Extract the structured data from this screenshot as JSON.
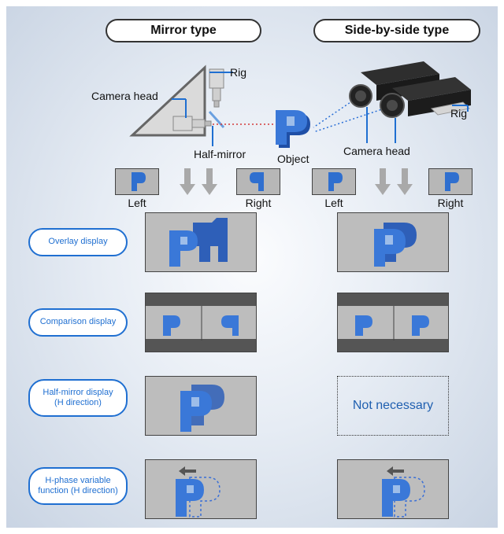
{
  "headers": {
    "mirror": "Mirror type",
    "side": "Side-by-side type"
  },
  "labels": {
    "rig_left": "Rig",
    "camera_head_left": "Camera head",
    "half_mirror": "Half-mirror",
    "object": "Object",
    "camera_head_right": "Camera head",
    "rig_right": "Rig",
    "left1": "Left",
    "right1": "Right",
    "left2": "Left",
    "right2": "Right",
    "not_necessary": "Not necessary"
  },
  "rows": [
    {
      "label": "Overlay display"
    },
    {
      "label": "Comparison display"
    },
    {
      "label": "Half-mirror display\n(H direction)"
    },
    {
      "label": "H-phase variable\nfunction (H direction)"
    }
  ],
  "colors": {
    "accent": "#1f6fd1",
    "object_blue": "#2f6fcf",
    "screen_gray": "#bdbdbd",
    "red_dotted": "#d33a3a",
    "blue_dotted": "#2a6fd6"
  }
}
